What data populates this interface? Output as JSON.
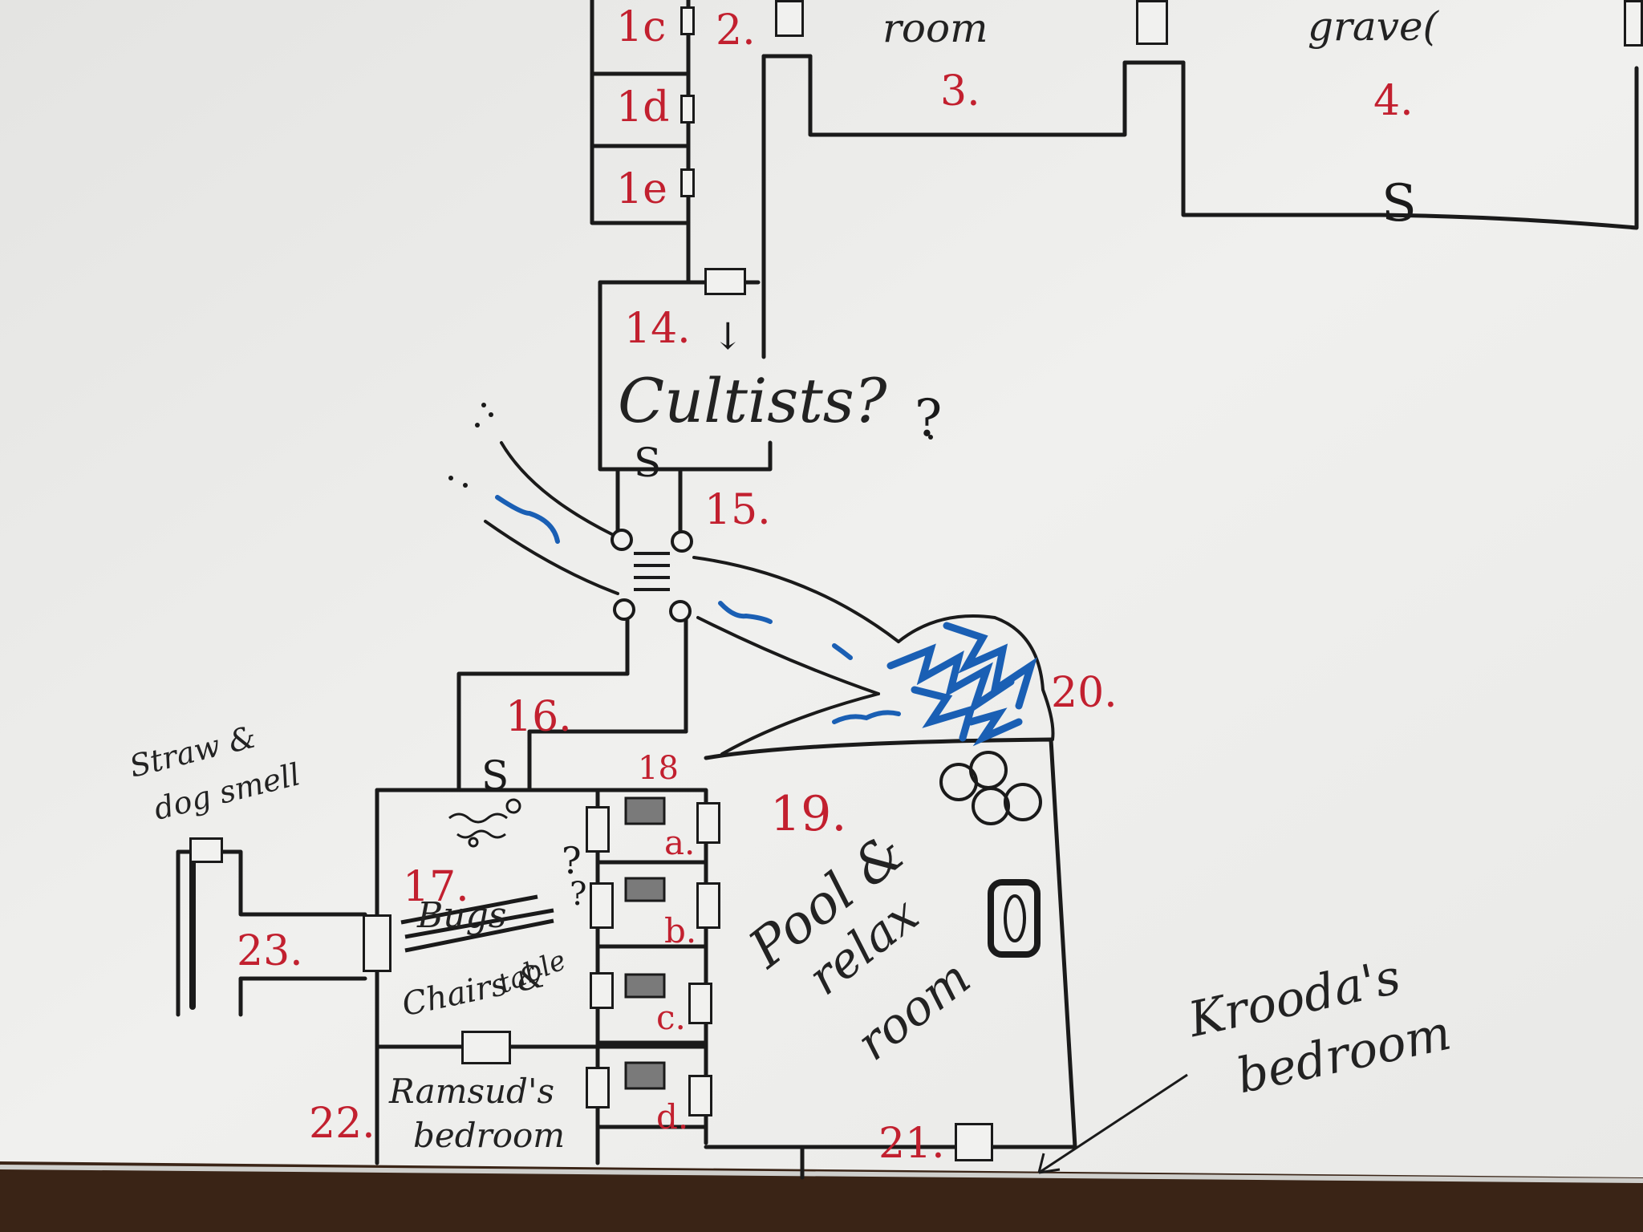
{
  "room_numbers": {
    "r1c": "1c",
    "r1d": "1d",
    "r1e": "1e",
    "r2": "2.",
    "r3": "3.",
    "r4": "4.",
    "r14": "14.",
    "r15": "15.",
    "r16": "16.",
    "r17": "17.",
    "r18": "18",
    "r18a": "a.",
    "r18b": "b.",
    "r18c": "c.",
    "r18d": "d.",
    "r19": "19.",
    "r20": "20.",
    "r21": "21.",
    "r22": "22.",
    "r23": "23."
  },
  "notes": {
    "room3": "room",
    "room4": "grave(",
    "room14": "Cultists?",
    "straw_line1": "Straw &",
    "straw_line2": "dog smell",
    "bugs_struck": "Bugs",
    "chairs_line1": "Chairs &",
    "chairs_line2": "table",
    "pool_line1": "Pool &",
    "pool_line2": "relax",
    "pool_line3": "room",
    "ramsud_line1": "Ramsud's",
    "ramsud_line2": "bedroom",
    "krooda_line1": "Krooda's",
    "krooda_line2": "bedroom"
  },
  "symbols": {
    "secret_door": "S",
    "question": "?",
    "stairs_arrow": "↓"
  },
  "colors": {
    "ink": "#1a1a1a",
    "red_ink": "#c2202f",
    "blue_ink": "#1a5fb4",
    "paper": "#eeeeec",
    "table": "#3a2416"
  }
}
